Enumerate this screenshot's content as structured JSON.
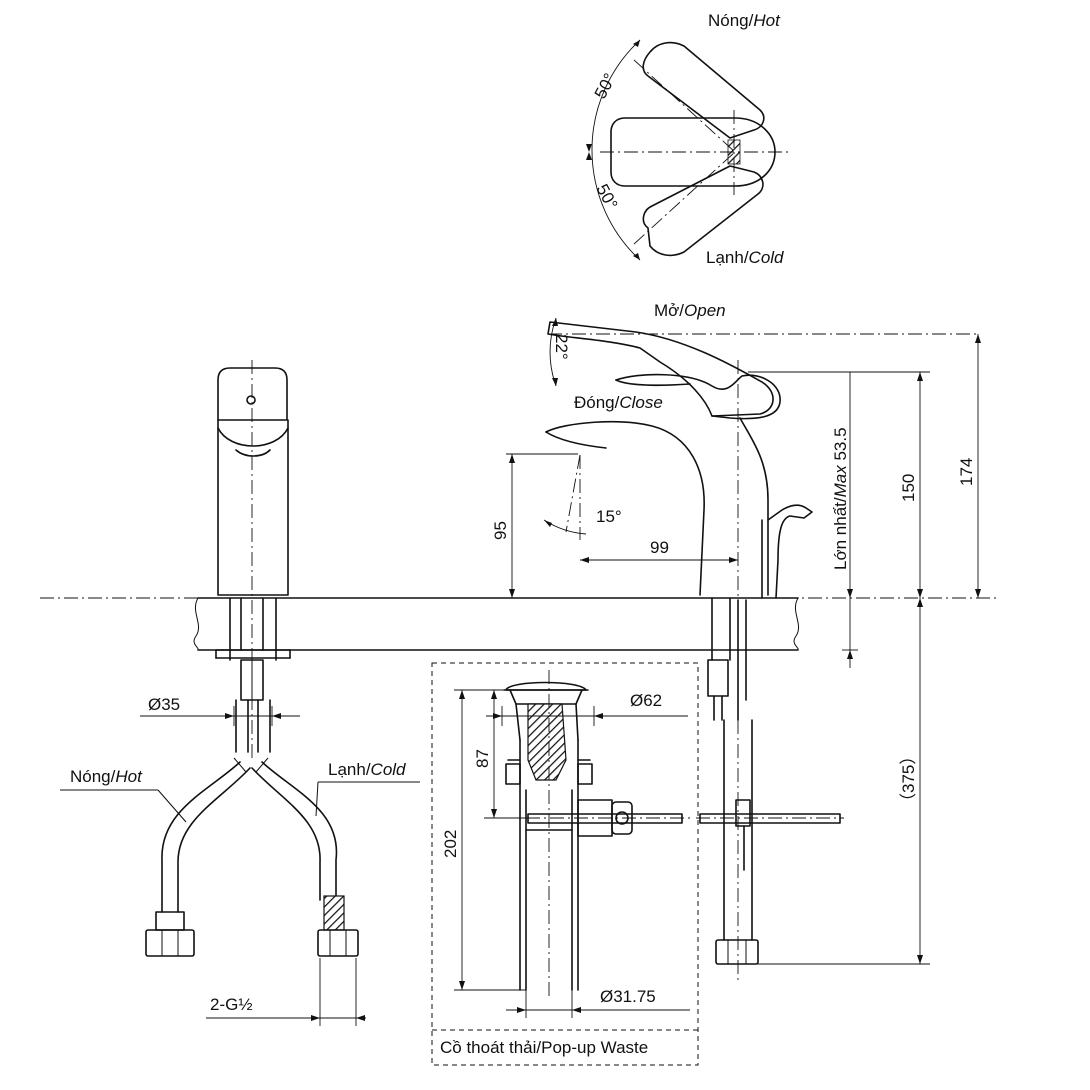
{
  "handle_top_view": {
    "hot_label": "Nóng/",
    "hot_label_en": "Hot",
    "cold_label": "Lạnh/",
    "cold_label_en": "Cold",
    "angle_hot": "50°",
    "angle_cold": "50°"
  },
  "side_view": {
    "open_label": "Mở/",
    "open_label_en": "Open",
    "close_label": "Đóng/",
    "close_label_en": "Close",
    "angle_open": "22°",
    "angle_spout": "15°",
    "dim_95": "95",
    "dim_99": "99",
    "dim_150": "150",
    "dim_174": "174",
    "dim_375": "（375）",
    "max_thickness": "Lớn nhất/",
    "max_thickness_en": "Max",
    "max_value": "53.5"
  },
  "front_view": {
    "diameter_35": "Ø35",
    "hot_hose": "Nóng/",
    "hot_hose_en": "Hot",
    "cold_hose": "Lạnh/",
    "cold_hose_en": "Cold",
    "thread": "2-G½"
  },
  "pop_up_waste": {
    "diameter_62": "Ø62",
    "dim_87": "87",
    "dim_202": "202",
    "diameter_31_75": "Ø31.75",
    "caption": "Cồ thoát thải/Pop-up Waste"
  }
}
